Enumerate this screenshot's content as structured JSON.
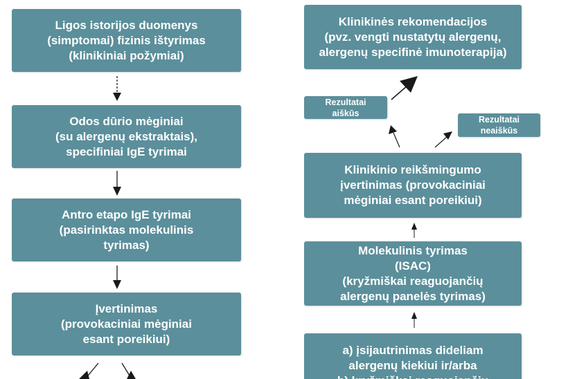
{
  "left_column": [
    {
      "lines": [
        "Ligos istorijos duomenys",
        "(simptomai) fizinis ištyrimas",
        "(klinikiniai požymiai)"
      ]
    },
    {
      "lines": [
        "Odos dūrio mėginiai",
        "(su alergenų ekstraktais),",
        "specifiniai IgE tyrimai"
      ]
    },
    {
      "lines": [
        "Antro etapo IgE tyrimai",
        "(pasirinktas molekulinis",
        "tyrimas)"
      ]
    },
    {
      "lines": [
        "Įvertinimas",
        "(provokaciniai mėginiai",
        "esant poreikiui)"
      ]
    }
  ],
  "right_column": {
    "recommendations": {
      "lines": [
        "Klinikinės rekomendacijos",
        "(pvz. vengti nustatytų alergenų,",
        "alergenų specifinė imunoterapija)"
      ]
    },
    "results_clear": {
      "lines": [
        "Rezultatai",
        "aiškūs"
      ]
    },
    "results_unclear": {
      "lines": [
        "Rezultatai",
        "neaiškūs"
      ]
    },
    "clinical_significance": {
      "lines": [
        "Klinikinio reikšmingumo",
        "įvertinimas (provokaciniai",
        "mėginiai esant poreikiui)"
      ]
    },
    "molecular_test": {
      "lines": [
        "Molekulinis tyrimas",
        "(ISAC)",
        "(kryžmiškai reaguojančių",
        "alergenų panelės tyrimas)"
      ]
    },
    "sensitization": {
      "lines": [
        "a) įsijautrinimas dideliam",
        "alergenų kiekiui ir/arba",
        "b) kryžmiškai reaguojančių"
      ]
    }
  },
  "colors": {
    "box_fill": "#5b8f9b",
    "box_text": "#ffffff",
    "arrow": "#1a1a1a"
  }
}
